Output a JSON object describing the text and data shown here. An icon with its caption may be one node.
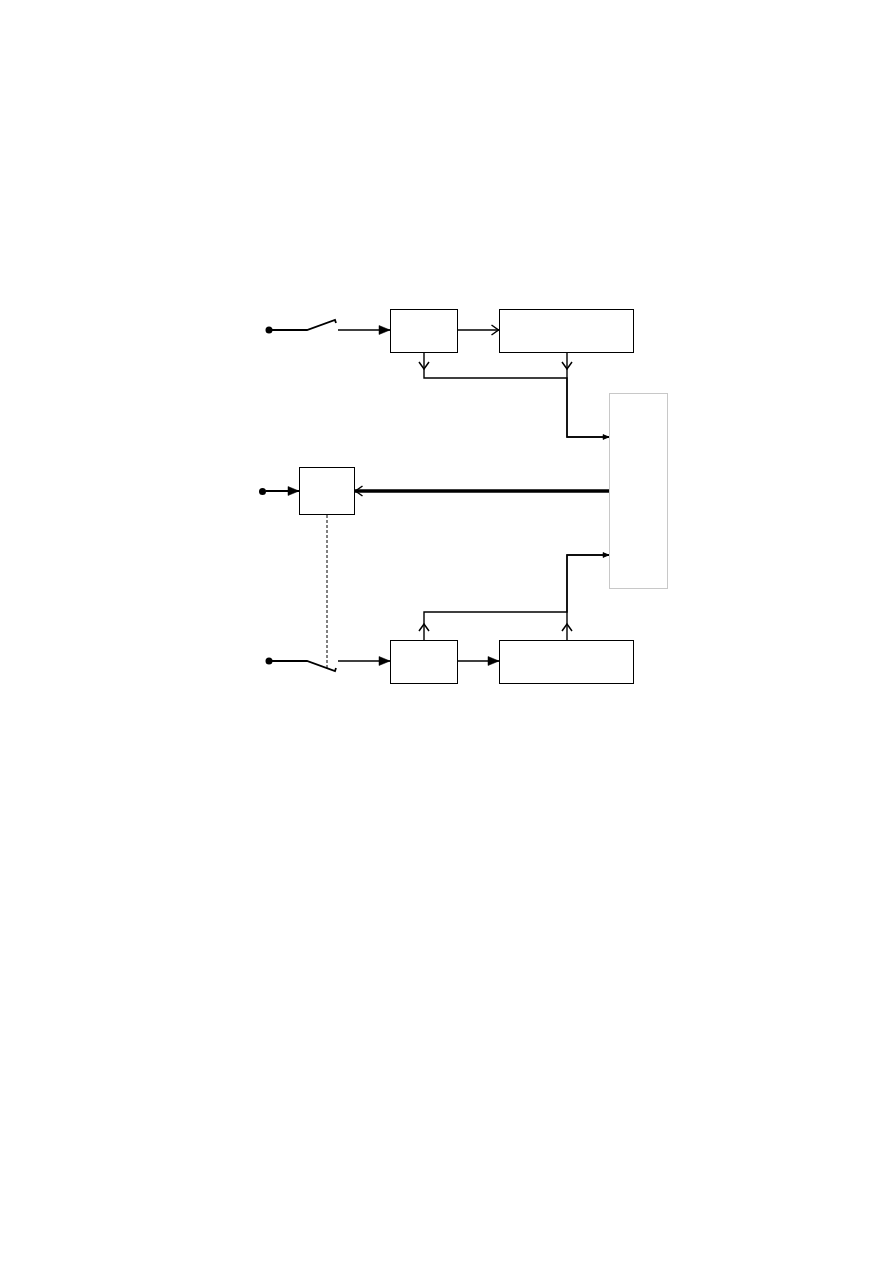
{
  "diagram": {
    "nodes": [
      {
        "text": [],
        "shape": "switch"
      },
      {
        "text": [],
        "shape": "box"
      },
      {
        "text": [],
        "shape": "box"
      },
      {
        "text": [],
        "shape": "box"
      },
      {
        "text": [],
        "shape": "circle"
      },
      {
        "text": [],
        "shape": "box"
      },
      {
        "text": [],
        "shape": "switch"
      },
      {
        "text": [],
        "shape": "box"
      },
      {
        "text": [],
        "shape": "box"
      }
    ],
    "edges": [
      {
        "from": 0,
        "to": 1,
        "arrow": "to"
      },
      {
        "from": 1,
        "to": 2,
        "arrow": "to"
      },
      {
        "from": 1,
        "to": 3,
        "arrow": "to"
      },
      {
        "from": 2,
        "to": 3,
        "arrow": "to"
      },
      {
        "from": 3,
        "to": 5,
        "arrow": "to",
        "style": "thick"
      },
      {
        "from": 4,
        "to": 5,
        "arrow": "to"
      },
      {
        "from": 5,
        "to": 6,
        "arrow": "none",
        "style": "dashed"
      },
      {
        "from": 6,
        "to": 7,
        "arrow": "to"
      },
      {
        "from": 7,
        "to": 8,
        "arrow": "to"
      },
      {
        "from": 7,
        "to": 3,
        "arrow": "to"
      },
      {
        "from": 8,
        "to": 3,
        "arrow": "to"
      }
    ]
  }
}
